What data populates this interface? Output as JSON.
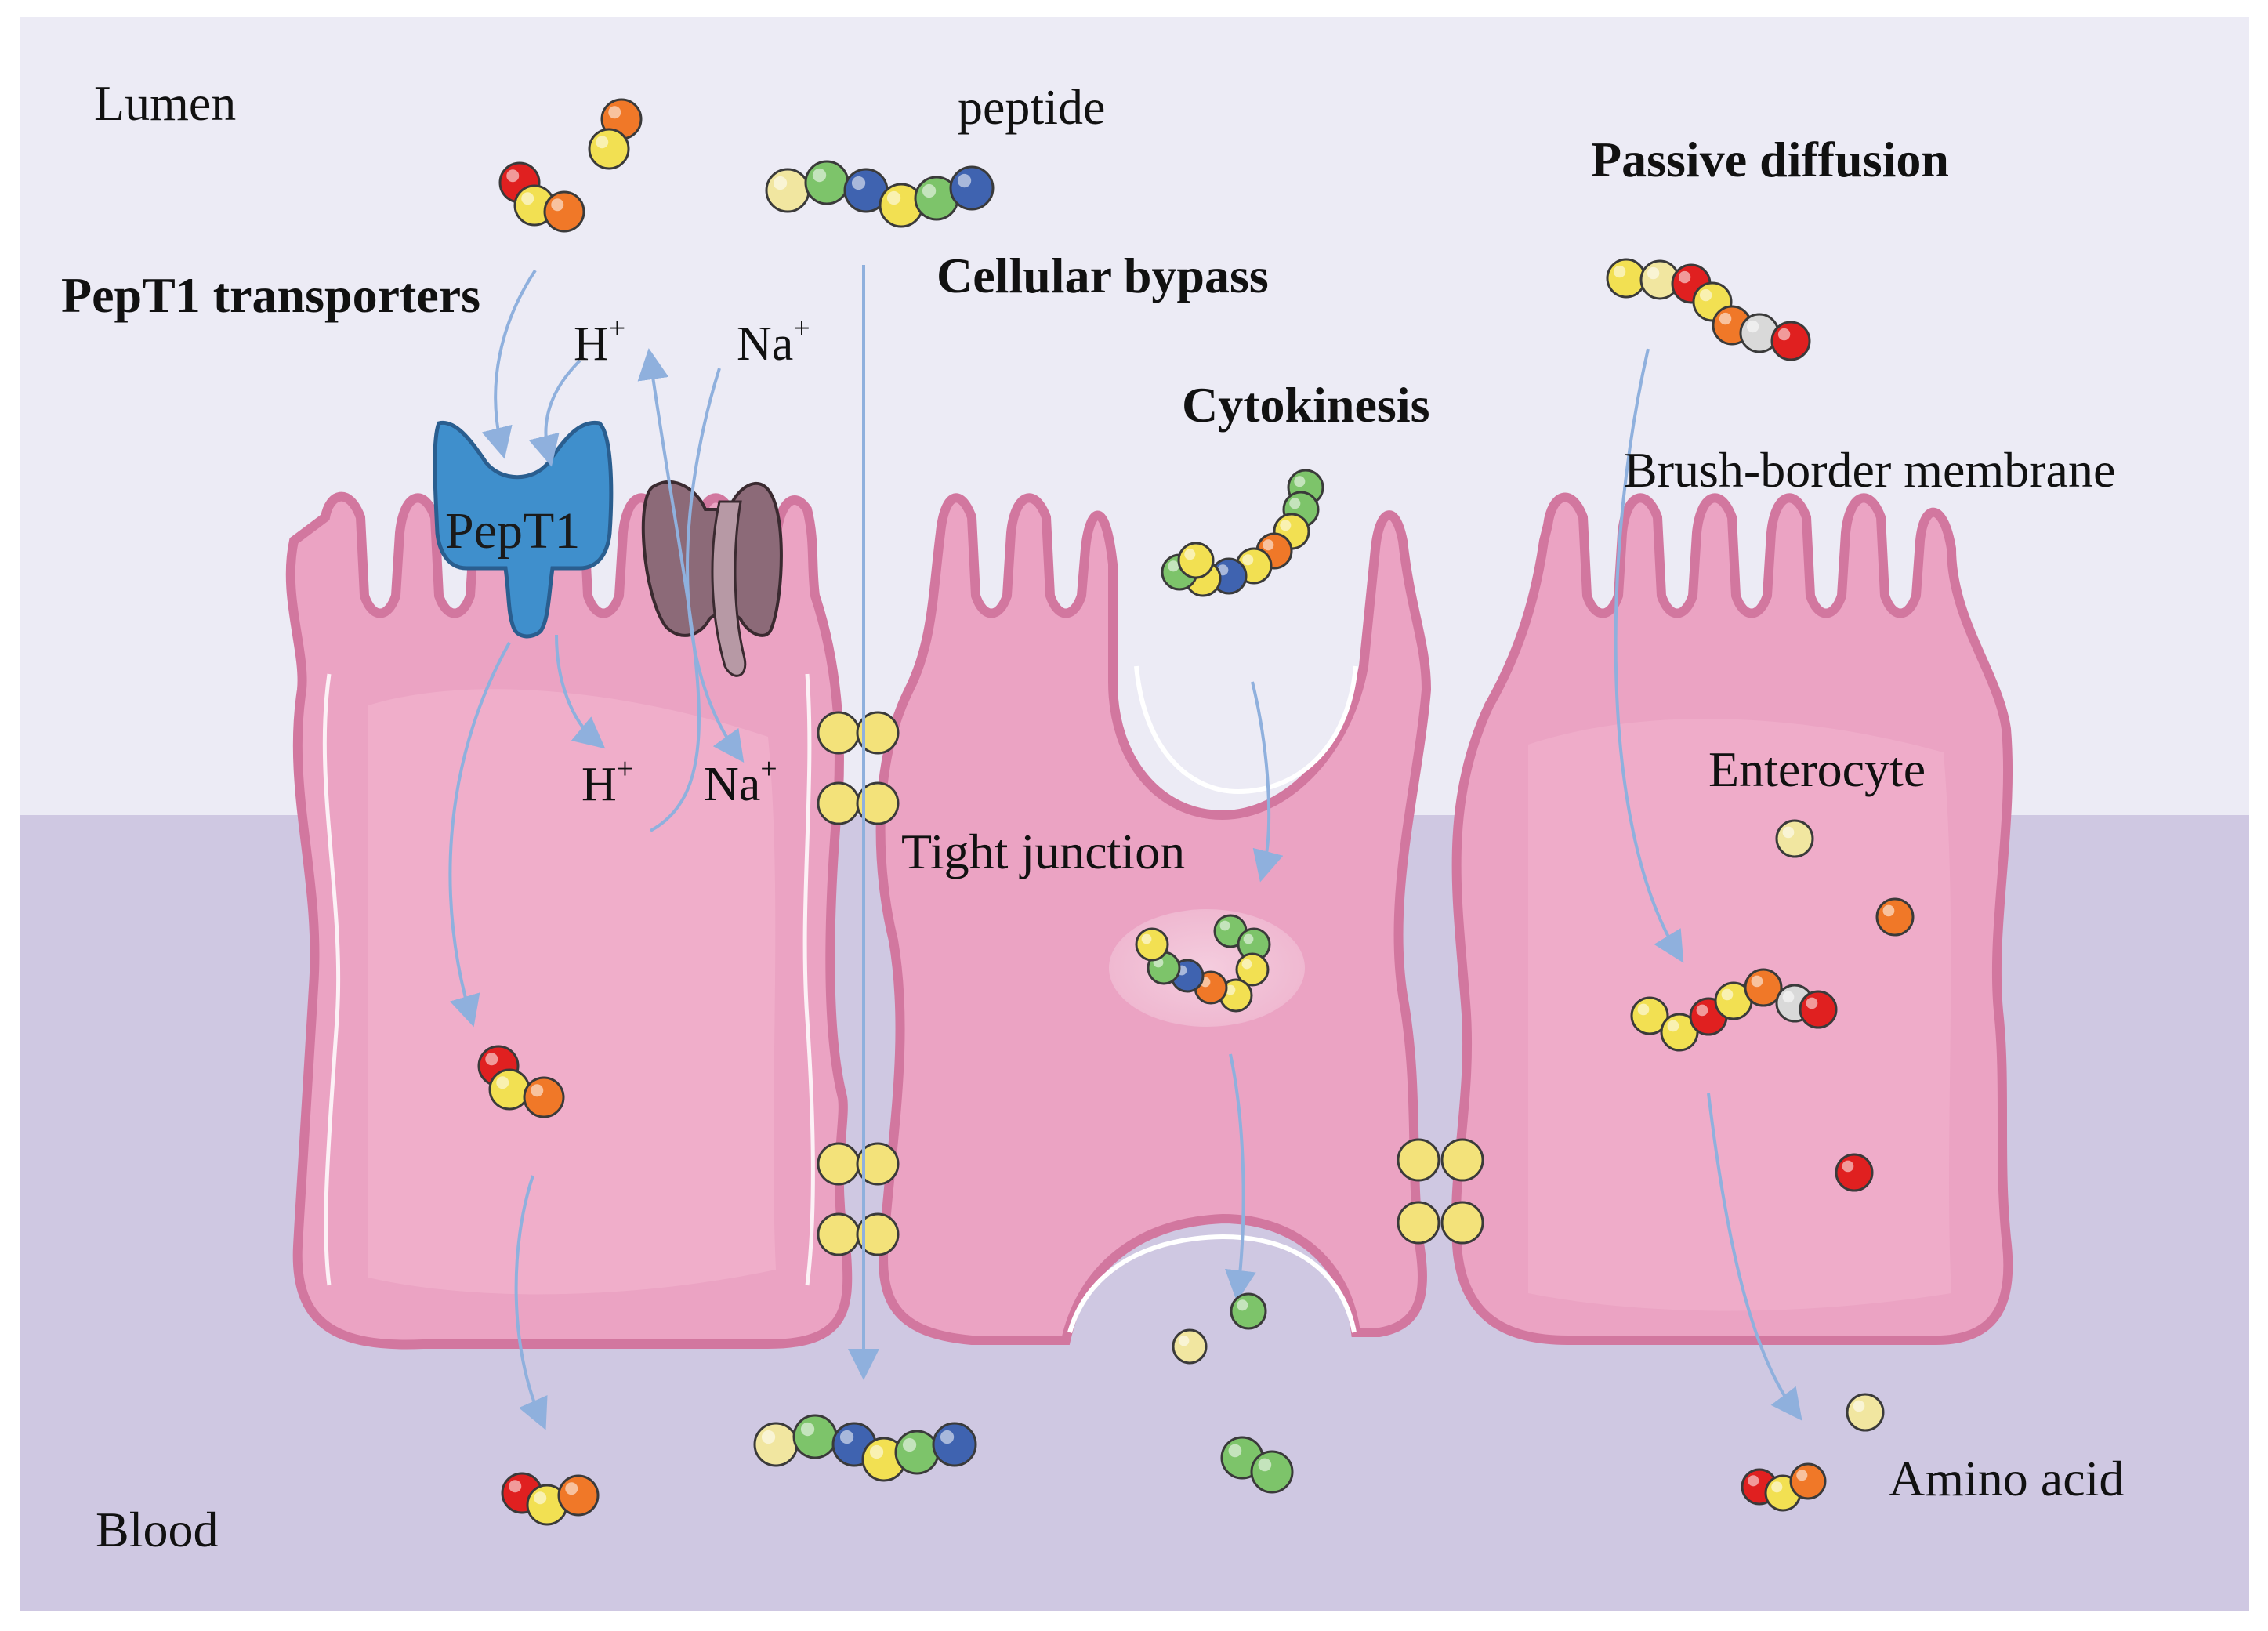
{
  "labels": {
    "lumen": "Lumen",
    "blood": "Blood",
    "peptide": "peptide",
    "pept1_transporters": "PepT1 transporters",
    "pept1": "PepT1",
    "h_top": {
      "base": "H",
      "sup": "+"
    },
    "na_top": {
      "base": "Na",
      "sup": "+"
    },
    "h_bottom": {
      "base": "H",
      "sup": "+"
    },
    "na_bottom": {
      "base": "Na",
      "sup": "+"
    },
    "cellular_bypass": "Cellular bypass",
    "cytokinesis": "Cytokinesis",
    "passive_diffusion": "Passive diffusion",
    "brush_border_membrane": "Brush-border membrane",
    "enterocyte": "Enterocyte",
    "tight_junction": "Tight junction",
    "amino_acid": "Amino acid"
  },
  "colors": {
    "lumen_bg": "#ecebf5",
    "blood_bg": "#cfc8e2",
    "cell_fill": "#eba3c3",
    "cell_outline": "#d2779f",
    "pept1_blue": "#3f8fcc",
    "channel": "#8c6a78",
    "arrow": "#8fb0dd",
    "junction_yellow": "#f3e27a",
    "bead_red": "#e02020",
    "bead_orange": "#f07828",
    "bead_yellow": "#f2e052",
    "bead_pale": "#f1e6a0",
    "bead_green": "#7dc46a",
    "bead_blue": "#3f63b0",
    "bead_white": "#d9d9d9"
  }
}
